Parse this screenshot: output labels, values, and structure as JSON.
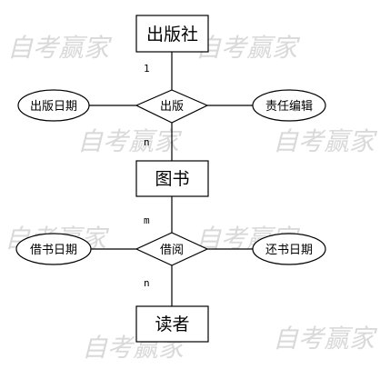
{
  "watermark": "自考赢家",
  "entities": {
    "publisher": "出版社",
    "book": "图书",
    "reader": "读者"
  },
  "relationships": {
    "publish": "出版",
    "borrow": "借阅"
  },
  "attributes": {
    "publish_date": "出版日期",
    "editor": "责任编辑",
    "borrow_date": "借书日期",
    "return_date": "还书日期"
  },
  "cardinality": {
    "publisher_publish": "1",
    "publish_book": "n",
    "book_borrow": "m",
    "borrow_reader": "n"
  }
}
